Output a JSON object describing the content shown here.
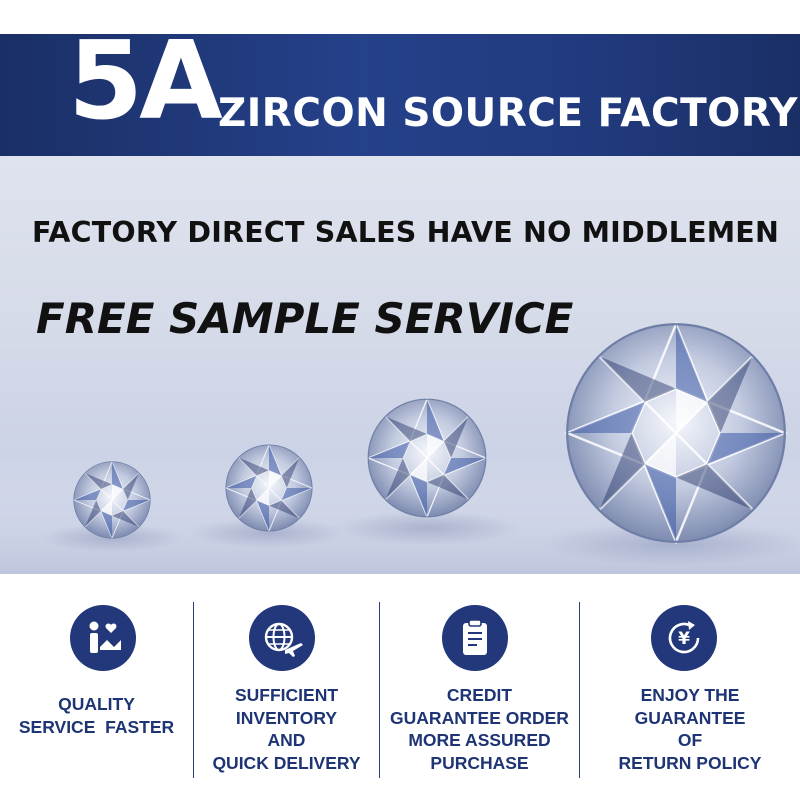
{
  "banner": {
    "grade": "5A",
    "title": "ZIRCON SOURCE FACTORY"
  },
  "hero": {
    "headline": "FACTORY DIRECT SALES HAVE NO MIDDLEMEN",
    "subhead": "FREE SAMPLE SERVICE"
  },
  "colors": {
    "brand_navy": "#22387a",
    "banner_blue": "#25418a",
    "text_dark": "#111111"
  },
  "features": [
    {
      "icon": "person-heart-icon",
      "lines": [
        "QUALITY",
        "SERVICE  FASTER"
      ]
    },
    {
      "icon": "globe-plane-icon",
      "lines": [
        "SUFFICIENT",
        "INVENTORY",
        "AND",
        "QUICK DELIVERY"
      ]
    },
    {
      "icon": "clipboard-icon",
      "lines": [
        "CREDIT",
        "GUARANTEE ORDER",
        "MORE ASSURED",
        "PURCHASE"
      ]
    },
    {
      "icon": "yuan-return-icon",
      "lines": [
        "ENJOY THE",
        "GUARANTEE",
        "OF",
        "RETURN POLICY"
      ]
    }
  ]
}
